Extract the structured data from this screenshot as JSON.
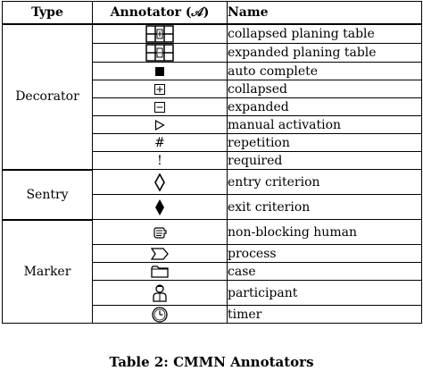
{
  "table": {
    "headers": {
      "type": "Type",
      "annotator": "Annotator (𝒜)",
      "name": "Name"
    },
    "groups": [
      {
        "type": "Decorator",
        "rows": [
          {
            "icon": "collapsed-planing-table-icon",
            "name": "collapsed planing table"
          },
          {
            "icon": "expanded-planing-table-icon",
            "name": "expanded planing table"
          },
          {
            "icon": "filled-square-icon",
            "name": "auto complete"
          },
          {
            "icon": "plus-square-icon",
            "name": "collapsed"
          },
          {
            "icon": "minus-square-icon",
            "name": "expanded"
          },
          {
            "icon": "play-triangle-icon",
            "name": "manual activation"
          },
          {
            "icon": "hash-icon",
            "name": "repetition",
            "glyph": "#"
          },
          {
            "icon": "exclamation-icon",
            "name": "required",
            "glyph": "!"
          }
        ]
      },
      {
        "type": "Sentry",
        "rows": [
          {
            "icon": "hollow-diamond-icon",
            "name": "entry criterion"
          },
          {
            "icon": "filled-diamond-icon",
            "name": "exit criterion"
          }
        ]
      },
      {
        "type": "Marker",
        "rows": [
          {
            "icon": "hand-icon",
            "name": "non-blocking human"
          },
          {
            "icon": "chevron-arrow-icon",
            "name": "process"
          },
          {
            "icon": "folder-icon",
            "name": "case"
          },
          {
            "icon": "participant-icon",
            "name": "participant"
          },
          {
            "icon": "clock-icon",
            "name": "timer"
          }
        ]
      }
    ]
  },
  "caption": "Table 2: CMMN Annotators"
}
